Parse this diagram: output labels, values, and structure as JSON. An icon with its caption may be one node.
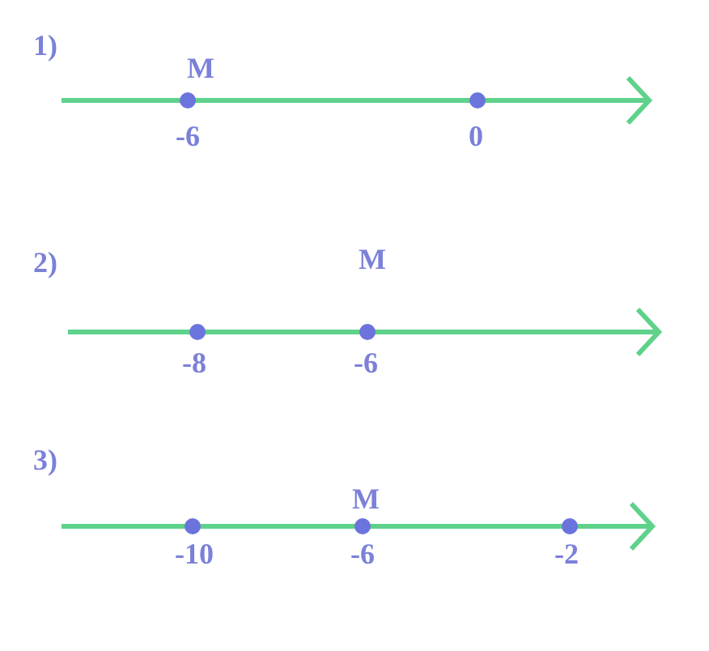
{
  "diagram": {
    "labels": [
      "1)",
      "M",
      "-6",
      "0",
      "2)",
      "M",
      "-8",
      "-6",
      "3)",
      "M",
      "-10",
      "-6",
      "-2"
    ]
  }
}
